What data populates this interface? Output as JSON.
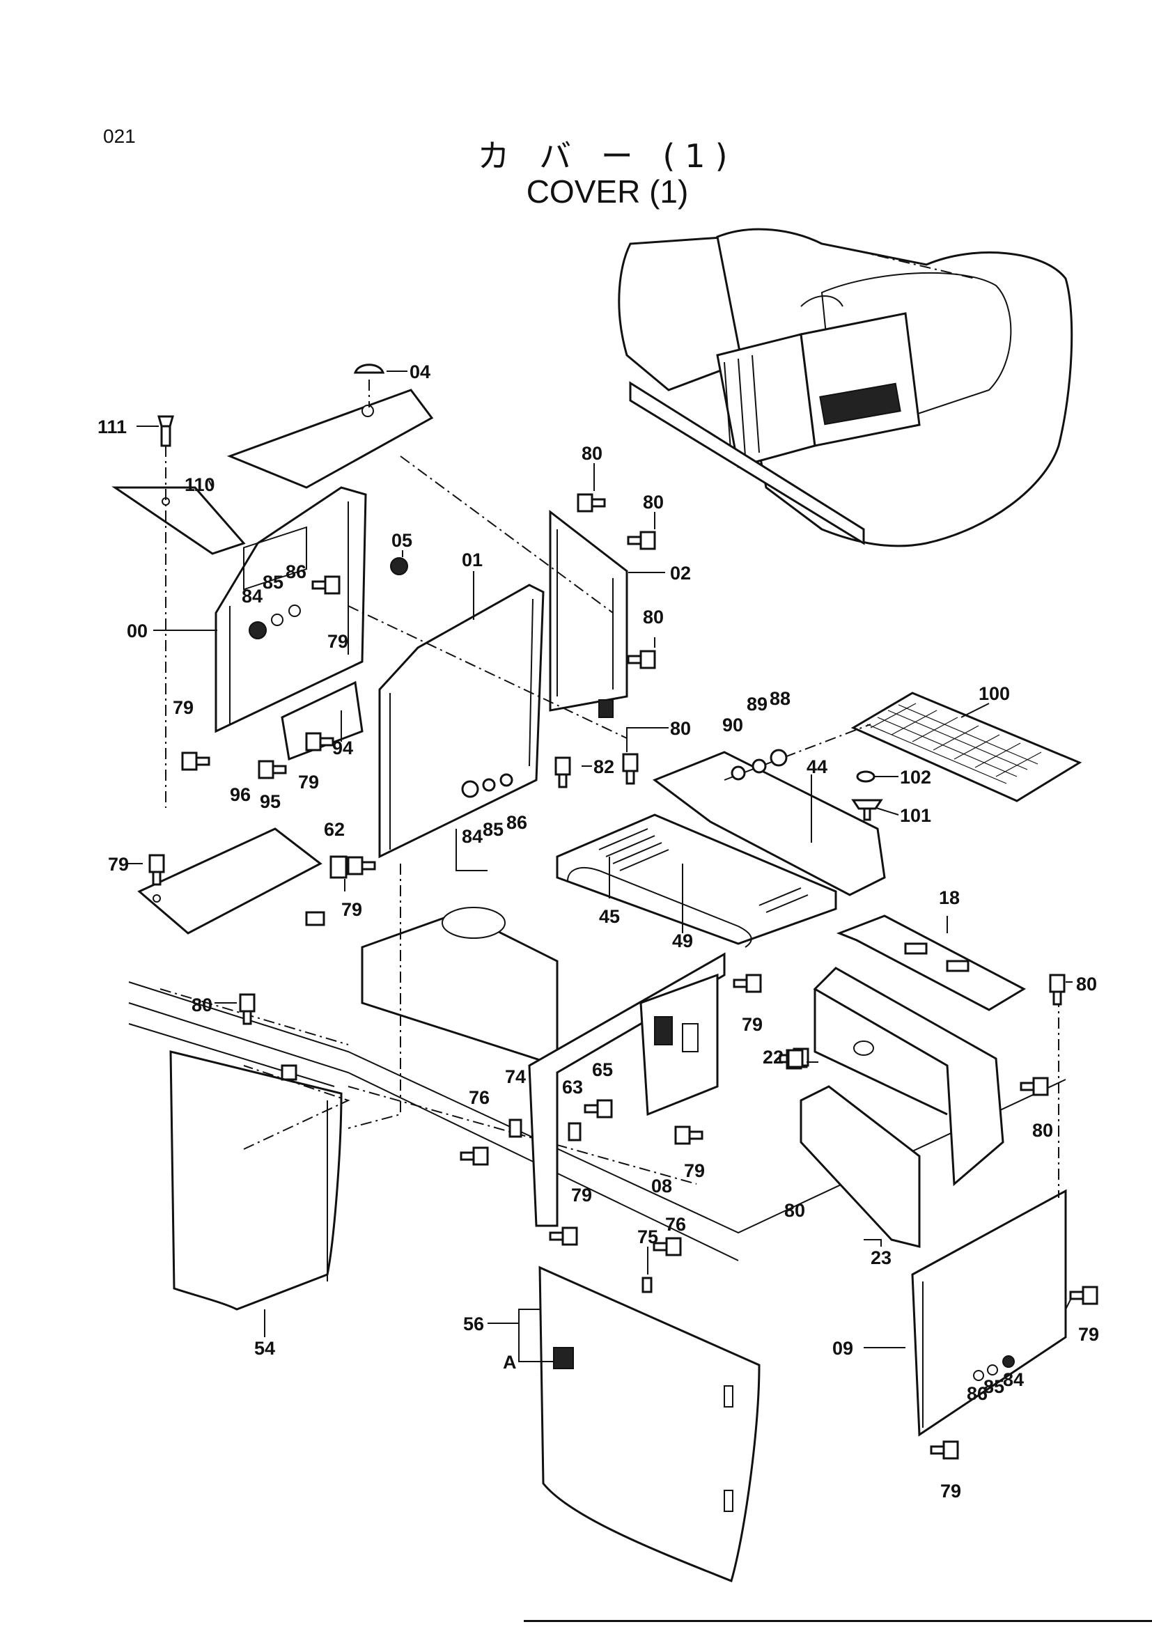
{
  "page_number": "021",
  "title_japanese": "カ バ ー  (1)",
  "title_english": "COVER (1)",
  "callouts": [
    {
      "id": "04",
      "label": "04"
    },
    {
      "id": "111",
      "label": "111"
    },
    {
      "id": "110",
      "label": "110"
    },
    {
      "id": "80a",
      "label": "80"
    },
    {
      "id": "80b",
      "label": "80"
    },
    {
      "id": "02",
      "label": "02"
    },
    {
      "id": "05",
      "label": "05"
    },
    {
      "id": "01",
      "label": "01"
    },
    {
      "id": "86a",
      "label": "86"
    },
    {
      "id": "85a",
      "label": "85"
    },
    {
      "id": "84a",
      "label": "84"
    },
    {
      "id": "00",
      "label": "00"
    },
    {
      "id": "79a",
      "label": "79"
    },
    {
      "id": "80c",
      "label": "80"
    },
    {
      "id": "100",
      "label": "100"
    },
    {
      "id": "89",
      "label": "89"
    },
    {
      "id": "88",
      "label": "88"
    },
    {
      "id": "90",
      "label": "90"
    },
    {
      "id": "80d",
      "label": "80"
    },
    {
      "id": "79b",
      "label": "79"
    },
    {
      "id": "94",
      "label": "94"
    },
    {
      "id": "82",
      "label": "82"
    },
    {
      "id": "44",
      "label": "44"
    },
    {
      "id": "102",
      "label": "102"
    },
    {
      "id": "101",
      "label": "101"
    },
    {
      "id": "96",
      "label": "96"
    },
    {
      "id": "95",
      "label": "95"
    },
    {
      "id": "79c",
      "label": "79"
    },
    {
      "id": "62",
      "label": "62"
    },
    {
      "id": "84b",
      "label": "84"
    },
    {
      "id": "85b",
      "label": "85"
    },
    {
      "id": "86b",
      "label": "86"
    },
    {
      "id": "79d",
      "label": "79"
    },
    {
      "id": "79e",
      "label": "79"
    },
    {
      "id": "45",
      "label": "45"
    },
    {
      "id": "49",
      "label": "49"
    },
    {
      "id": "18",
      "label": "18"
    },
    {
      "id": "80e",
      "label": "80"
    },
    {
      "id": "80f",
      "label": "80"
    },
    {
      "id": "79f",
      "label": "79"
    },
    {
      "id": "22",
      "label": "22"
    },
    {
      "id": "74",
      "label": "74"
    },
    {
      "id": "65",
      "label": "65"
    },
    {
      "id": "63",
      "label": "63"
    },
    {
      "id": "76a",
      "label": "76"
    },
    {
      "id": "80g",
      "label": "80"
    },
    {
      "id": "79g",
      "label": "79"
    },
    {
      "id": "08",
      "label": "08"
    },
    {
      "id": "80h",
      "label": "80"
    },
    {
      "id": "79h",
      "label": "79"
    },
    {
      "id": "75",
      "label": "75"
    },
    {
      "id": "76b",
      "label": "76"
    },
    {
      "id": "23",
      "label": "23"
    },
    {
      "id": "54",
      "label": "54"
    },
    {
      "id": "79i",
      "label": "79"
    },
    {
      "id": "56",
      "label": "56"
    },
    {
      "id": "A",
      "label": "A"
    },
    {
      "id": "09",
      "label": "09"
    },
    {
      "id": "86c",
      "label": "86"
    },
    {
      "id": "85c",
      "label": "85"
    },
    {
      "id": "84c",
      "label": "84"
    },
    {
      "id": "79j",
      "label": "79"
    }
  ]
}
